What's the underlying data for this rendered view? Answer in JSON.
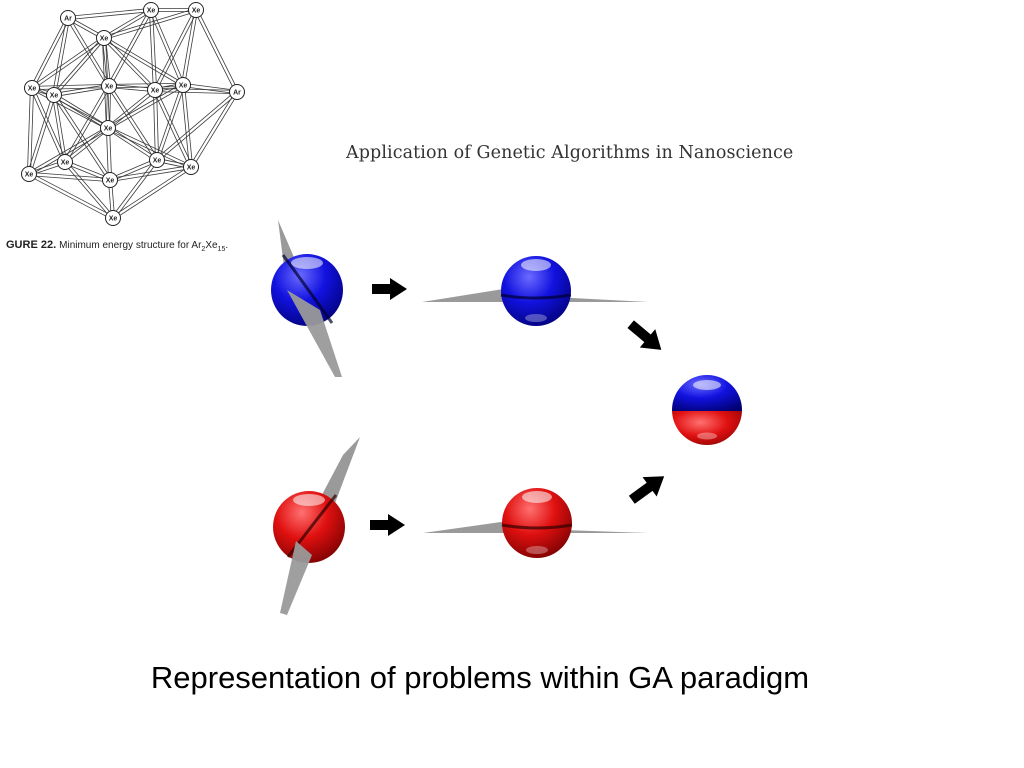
{
  "figure": {
    "label": "GURE 22.",
    "caption_text": "Minimum energy structure for Ar",
    "sub1": "2",
    "caption_mid": "Xe",
    "sub2": "15",
    "caption_end": ".",
    "atoms": [
      {
        "label": "Ar"
      },
      {
        "label": "Xe"
      },
      {
        "label": "Xe"
      },
      {
        "label": "Xe"
      },
      {
        "label": "Xe"
      },
      {
        "label": "Xe"
      },
      {
        "label": "Xe"
      },
      {
        "label": "Xe"
      },
      {
        "label": "Xe"
      },
      {
        "label": "Ar"
      },
      {
        "label": "Xe"
      },
      {
        "label": "Xe"
      },
      {
        "label": "Xe"
      },
      {
        "label": "Xe"
      },
      {
        "label": "Xe"
      },
      {
        "label": "Xe"
      },
      {
        "label": "Xe"
      }
    ]
  },
  "heading": "Application of Genetic Algorithms in Nanoscience",
  "caption": "Representation of problems within GA paradigm",
  "colors": {
    "blue": "#1010d8",
    "red": "#dd0e0e",
    "plane": "#9a9a9a",
    "arrow": "#000000"
  }
}
